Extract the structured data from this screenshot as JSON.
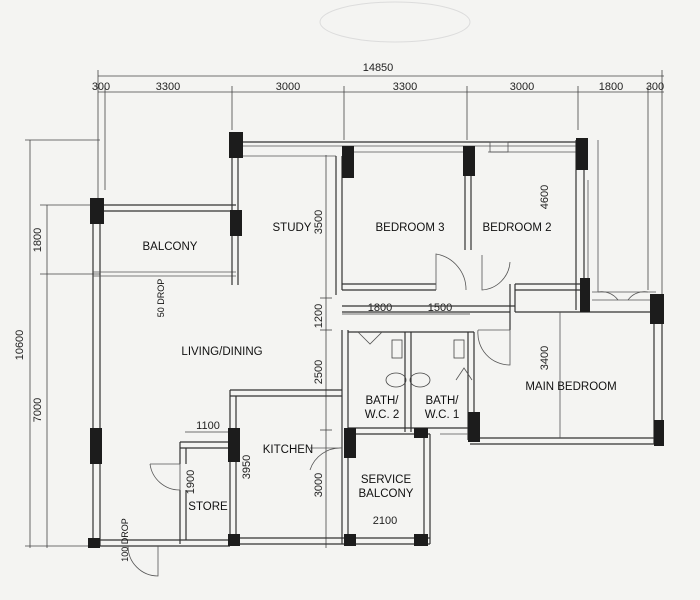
{
  "dimensions": {
    "overall_width": "14850",
    "top": [
      "300",
      "3300",
      "3000",
      "3300",
      "3000",
      "1800",
      "300"
    ],
    "left_overall": "10600",
    "left_upper": "1800",
    "left_lower": "7000",
    "inner_vertical": [
      "3500",
      "1200",
      "2500",
      "3000"
    ],
    "bedroom2_height": "4600",
    "main_bedroom_height": "3400",
    "bath_widths": [
      "1800",
      "1500"
    ],
    "store_width": "1100",
    "store_height": "1900",
    "kitchen_height": "3950",
    "service_balcony_width": "2100"
  },
  "rooms": {
    "balcony": "BALCONY",
    "study": "STUDY",
    "bedroom3": "BEDROOM 3",
    "bedroom2": "BEDROOM 2",
    "living_dining": "LIVING/DINING",
    "bath_wc2_line1": "BATH/",
    "bath_wc2_line2": "W.C. 2",
    "bath_wc1_line1": "BATH/",
    "bath_wc1_line2": "W.C. 1",
    "main_bedroom": "MAIN BEDROOM",
    "kitchen": "KITCHEN",
    "service_balcony_line1": "SERVICE",
    "service_balcony_line2": "BALCONY",
    "store": "STORE"
  },
  "notes": {
    "drop_balcony": "50 DROP",
    "drop_entrance": "100 DROP"
  }
}
